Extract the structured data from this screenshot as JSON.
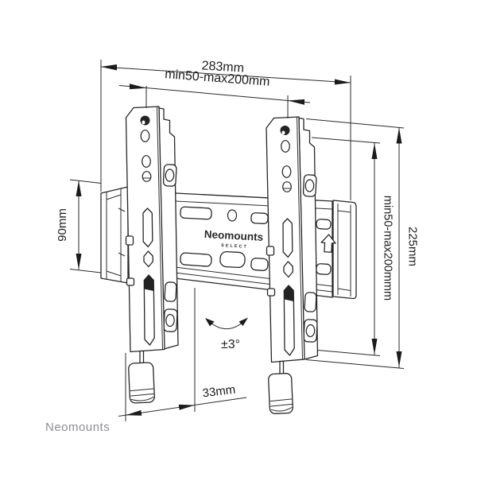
{
  "drawing": {
    "type": "technical-dimension-diagram",
    "subject": "TV wall mount fixed bracket, front view with dimension callouts"
  },
  "dimensions": {
    "total_width": "283mm",
    "vesa_width": "min50-max200mm",
    "plate_height": "90mm",
    "total_height": "225mm",
    "vesa_height": "min50-max200mmm",
    "tilt_range": "±3°",
    "depth": "33mm"
  },
  "logo": {
    "brand": "Neomounts",
    "sub": "SELECT"
  },
  "watermark": "Neomounts",
  "icons": {
    "up_arrow": "orientation up arrow on wall plate"
  },
  "colors": {
    "line": "#262626",
    "dimension_text": "#1c1c1c",
    "watermark": "#8d8d96",
    "background": "#ffffff"
  }
}
